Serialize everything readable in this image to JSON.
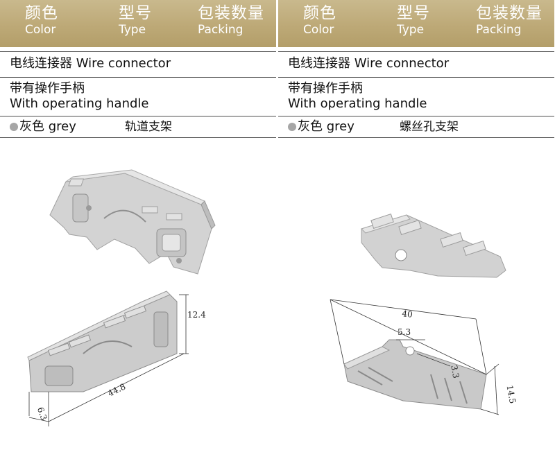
{
  "panels": [
    {
      "header": {
        "color": {
          "cn": "颜色",
          "en": "Color"
        },
        "type": {
          "cn": "型号",
          "en": "Type"
        },
        "packing": {
          "cn": "包装数量",
          "en": "Packing"
        }
      },
      "product_name": "电线连接器 Wire connector",
      "feature_cn": "带有操作手柄",
      "feature_en": "With operating  handle",
      "color_value": "灰色 grey",
      "mounting": "轨道支架",
      "dimensions": {
        "height": "12.4",
        "length": "44.8",
        "width": "6.3"
      }
    },
    {
      "header": {
        "color": {
          "cn": "颜色",
          "en": "Color"
        },
        "type": {
          "cn": "型号",
          "en": "Type"
        },
        "packing": {
          "cn": "包装数量",
          "en": "Packing"
        }
      },
      "product_name": "电线连接器 Wire connector",
      "feature_cn": "带有操作手柄",
      "feature_en": "With operating  handle",
      "color_value": "灰色 grey",
      "mounting": "螺丝孔支架",
      "dimensions": {
        "length": "40",
        "hole": "5.3",
        "offset": "3.3",
        "height": "14.5"
      }
    }
  ],
  "colors": {
    "header_gold": "#bda977",
    "part_grey": "#cfcfcf",
    "dot_grey": "#a6a6a6"
  }
}
